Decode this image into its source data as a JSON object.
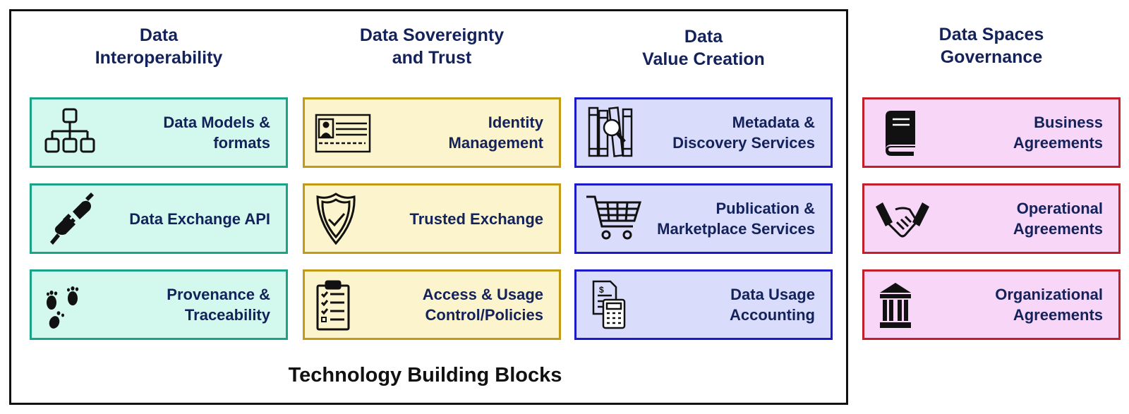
{
  "colors": {
    "interoperability": {
      "border": "#1aa386",
      "fill": "#d3f9ee"
    },
    "sovereignty": {
      "border": "#c19a16",
      "fill": "#fcf4cc"
    },
    "value": {
      "border": "#1a1acb",
      "fill": "#dadcfb"
    },
    "governance": {
      "border": "#c31f2b",
      "fill": "#f8d6f8"
    },
    "title_text": "#13225a"
  },
  "technology_label": "Technology Building Blocks",
  "columns": [
    {
      "title": [
        "Data",
        "Interoperability"
      ],
      "blocks": [
        {
          "lines": [
            "Data Models &",
            "formats"
          ],
          "icon": "hierarchy-icon"
        },
        {
          "lines": [
            "Data Exchange API"
          ],
          "icon": "plug-icon"
        },
        {
          "lines": [
            "Provenance &",
            "Traceability"
          ],
          "icon": "footprints-icon"
        }
      ]
    },
    {
      "title": [
        "Data Sovereignty",
        "and Trust"
      ],
      "blocks": [
        {
          "lines": [
            "Identity",
            "Management"
          ],
          "icon": "id-card-icon"
        },
        {
          "lines": [
            "Trusted Exchange"
          ],
          "icon": "shield-check-icon"
        },
        {
          "lines": [
            "Access & Usage",
            "Control/Policies"
          ],
          "icon": "clipboard-checklist-icon"
        }
      ]
    },
    {
      "title": [
        "Data",
        "Value Creation"
      ],
      "blocks": [
        {
          "lines": [
            "Metadata &",
            "Discovery Services"
          ],
          "icon": "books-magnifier-icon"
        },
        {
          "lines": [
            "Publication &",
            "Marketplace Services"
          ],
          "icon": "shopping-cart-icon"
        },
        {
          "lines": [
            "Data Usage",
            "Accounting"
          ],
          "icon": "invoice-calculator-icon"
        }
      ]
    },
    {
      "title": [
        "Data Spaces",
        "Governance"
      ],
      "blocks": [
        {
          "lines": [
            "Business",
            "Agreements"
          ],
          "icon": "book-icon"
        },
        {
          "lines": [
            "Operational",
            "Agreements"
          ],
          "icon": "handshake-icon"
        },
        {
          "lines": [
            "Organizational",
            "Agreements"
          ],
          "icon": "institution-icon"
        }
      ]
    }
  ]
}
